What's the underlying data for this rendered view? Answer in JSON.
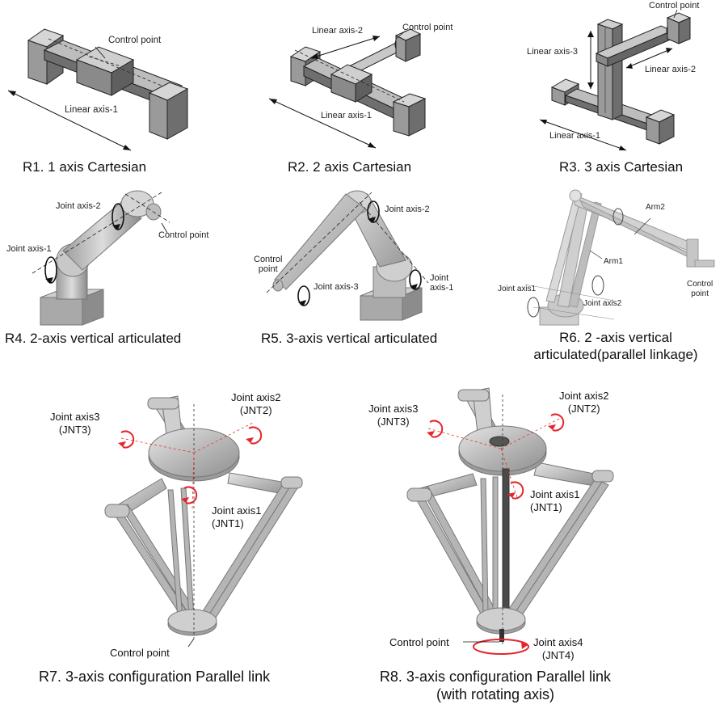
{
  "panels": {
    "r1": {
      "caption": "R1. 1 axis Cartesian",
      "control_point": "Control point",
      "axis1": "Linear axis-1"
    },
    "r2": {
      "caption": "R2. 2 axis Cartesian",
      "control_point": "Control point",
      "axis1": "Linear axis-1",
      "axis2": "Linear axis-2"
    },
    "r3": {
      "caption": "R3. 3 axis Cartesian",
      "control_point": "Control point",
      "axis1": "Linear axis-1",
      "axis2": "Linear axis-2",
      "axis3": "Linear axis-3"
    },
    "r4": {
      "caption": "R4. 2-axis vertical articulated",
      "joint1": "Joint axis-1",
      "joint2": "Joint axis-2",
      "control_point": "Control point"
    },
    "r5": {
      "caption": "R5. 3-axis vertical articulated",
      "joint1_a": "Joint",
      "joint1_b": "axis-1",
      "joint2": "Joint axis-2",
      "joint3": "Joint axis-3",
      "control_point_a": "Control",
      "control_point_b": "point"
    },
    "r6": {
      "caption_line1": "R6. 2 -axis  vertical",
      "caption_line2": "articulated(parallel linkage)",
      "arm1": "Arm1",
      "arm2": "Arm2",
      "joint1": "Joint axis1",
      "joint2": "Joint axis2",
      "control_point_a": "Control",
      "control_point_b": "point"
    },
    "r7": {
      "caption": "R7. 3-axis configuration Parallel link",
      "j1_a": "Joint axis1",
      "j1_b": "(JNT1)",
      "j2_a": "Joint axis2",
      "j2_b": "(JNT2)",
      "j3_a": "Joint axis3",
      "j3_b": "(JNT3)",
      "control_point": "Control point"
    },
    "r8": {
      "caption_line1": "R8. 3-axis configuration Parallel link",
      "caption_line2": "(with rotating axis)",
      "j1_a": "Joint axis1",
      "j1_b": "(JNT1)",
      "j2_a": "Joint axis2",
      "j2_b": "(JNT2)",
      "j3_a": "Joint axis3",
      "j3_b": "(JNT3)",
      "j4_a": "Joint axis4",
      "j4_b": "(JNT4)",
      "control_point": "Control point"
    }
  }
}
